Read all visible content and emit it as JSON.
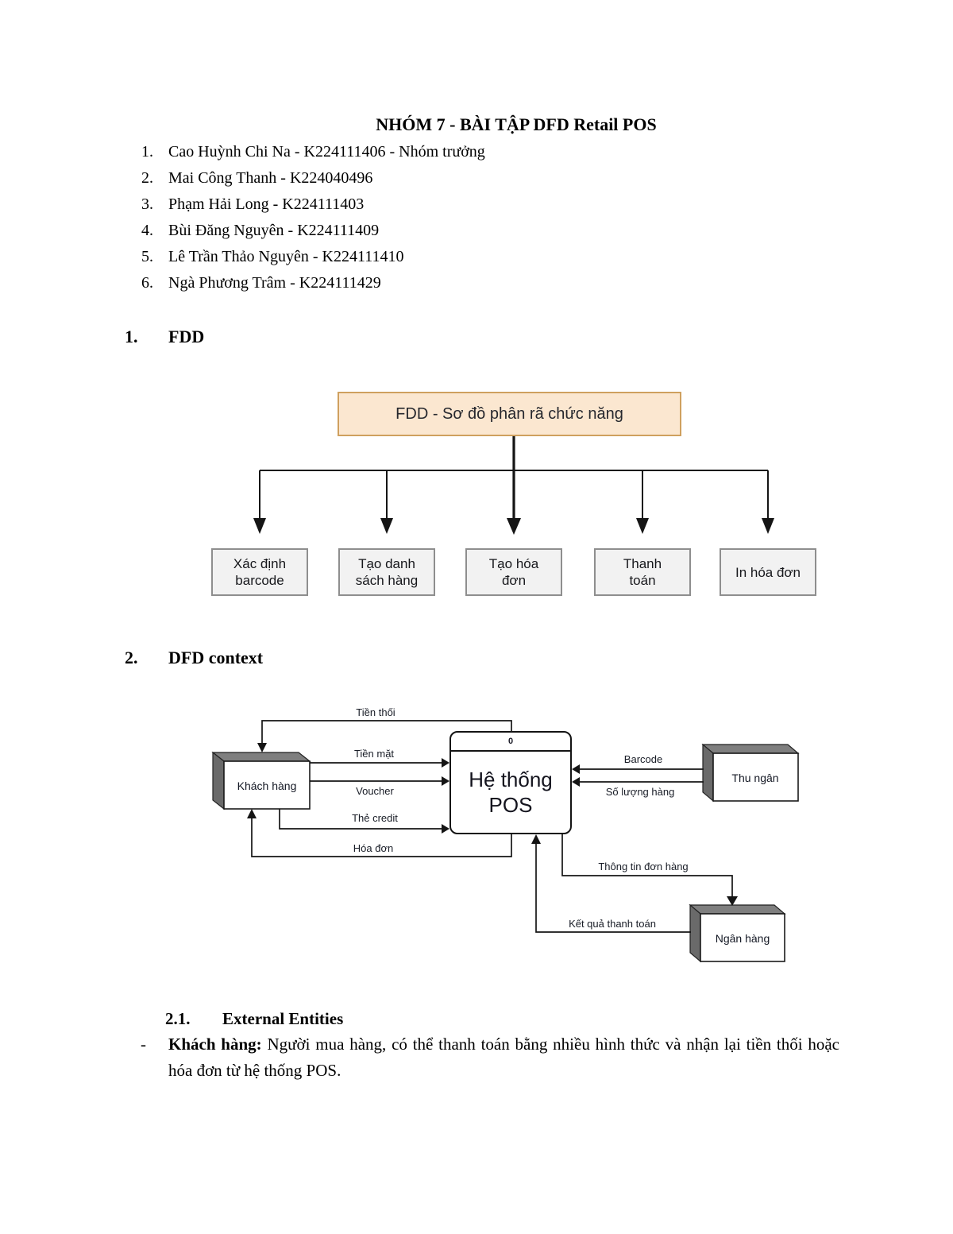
{
  "colors": {
    "fdd_root_fill": "#fbe7d0",
    "fdd_root_border": "#cfa05e",
    "fdd_child_fill": "#f2f2f2",
    "fdd_child_border": "#8e8e8e",
    "cube_top": "#7f7f7f",
    "cube_side": "#6a6a6a",
    "line": "#151515"
  },
  "doc": {
    "title": "NHÓM 7 - BÀI TẬP DFD Retail POS",
    "members": [
      {
        "num": "1.",
        "text": "Cao Huỳnh Chi Na - K224111406 - Nhóm trưởng"
      },
      {
        "num": "2.",
        "text": "Mai Công Thanh - K224040496"
      },
      {
        "num": "3.",
        "text": "Phạm Hải Long - K224111403"
      },
      {
        "num": "4.",
        "text": "Bùi Đăng Nguyên - K224111409"
      },
      {
        "num": "5.",
        "text": "Lê Trần Thảo Nguyên - K224111410"
      },
      {
        "num": "6.",
        "text": "Ngà Phương Trâm - K224111429"
      }
    ],
    "section1": {
      "num": "1.",
      "title": "FDD"
    },
    "section2": {
      "num": "2.",
      "title": "DFD context"
    },
    "section2_1": {
      "num": "2.1.",
      "title": "External Entities"
    },
    "bullet": {
      "marker": "-",
      "lead": "Khách hàng:",
      "rest": " Người mua hàng, có thể thanh toán bằng nhiều hình thức và nhận lại tiền thối hoặc hóa đơn từ hệ thống POS."
    }
  },
  "fdd": {
    "root_label": "FDD - Sơ đồ phân rã chức năng",
    "children": [
      {
        "line1": "Xác định",
        "line2": "barcode"
      },
      {
        "line1": "Tạo danh",
        "line2": "sách hàng"
      },
      {
        "line1": "Tạo hóa",
        "line2": "đơn"
      },
      {
        "line1": "Thanh",
        "line2": "toán"
      },
      {
        "line1": "In hóa đơn",
        "line2": ""
      }
    ]
  },
  "dfd": {
    "process": {
      "id": "0",
      "name_lines": [
        "Hệ thống",
        "POS"
      ]
    },
    "entities": [
      {
        "label": "Khách hàng"
      },
      {
        "label": "Thu ngân"
      },
      {
        "label": "Ngân hàng"
      }
    ],
    "flows": [
      "Tiền thối",
      "Tiền mặt",
      "Voucher",
      "Thẻ credit",
      "Hóa đơn",
      "Barcode",
      "Số lượng hàng",
      "Thông tin đơn hàng",
      "Kết quả thanh toán"
    ]
  }
}
